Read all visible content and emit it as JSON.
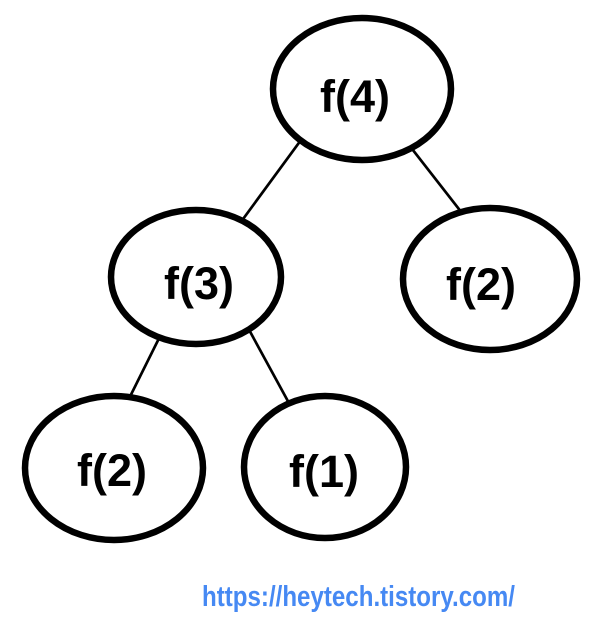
{
  "diagram": {
    "nodes": [
      {
        "id": "f4",
        "label": "f(4)"
      },
      {
        "id": "f3",
        "label": "f(3)"
      },
      {
        "id": "f2-right",
        "label": "f(2)"
      },
      {
        "id": "f2-left",
        "label": "f(2)"
      },
      {
        "id": "f1",
        "label": "f(1)"
      }
    ],
    "edges": [
      {
        "from": "f4",
        "to": "f3"
      },
      {
        "from": "f4",
        "to": "f2-right"
      },
      {
        "from": "f3",
        "to": "f2-left"
      },
      {
        "from": "f3",
        "to": "f1"
      }
    ],
    "colors": {
      "background": "#ffffff",
      "node_fill": "#ffffff",
      "node_stroke": "#000000",
      "edge": "#000000",
      "label_text": "#000000"
    }
  },
  "footer": {
    "url_text": "https://heytech.tistory.com/",
    "url_color": "#4689F3"
  }
}
